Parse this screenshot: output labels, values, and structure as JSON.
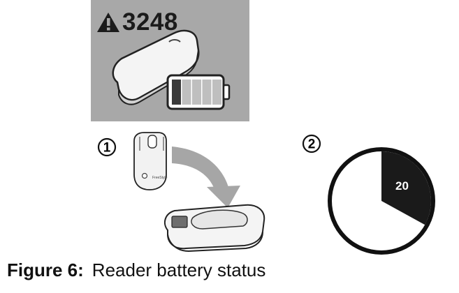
{
  "panel": {
    "alert_code": "3248",
    "battery_total_segments": 5,
    "battery_filled_segments": 1
  },
  "steps": [
    {
      "number": "1"
    },
    {
      "number": "2"
    }
  ],
  "sensor_logo_text": "FreeStyle",
  "timer": {
    "label": "20",
    "filled_fraction": 0.33
  },
  "caption": {
    "prefix": "Figure 6:",
    "text": "Reader battery status"
  }
}
